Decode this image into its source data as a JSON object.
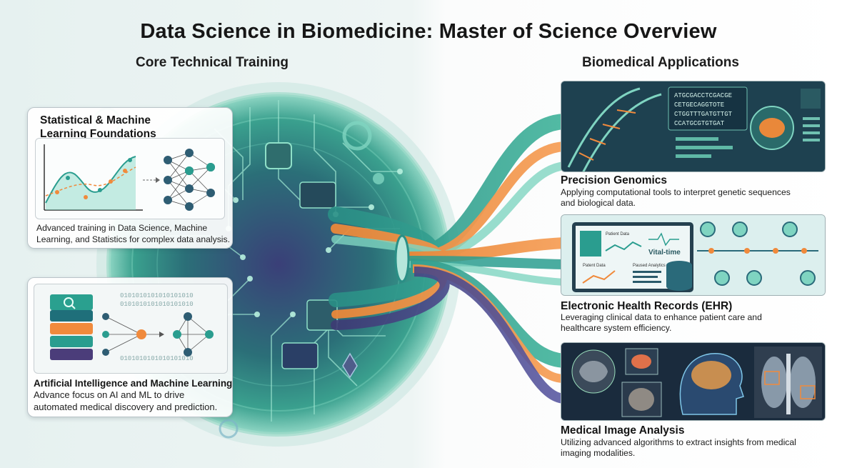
{
  "title": "Data Science in Biomedicine: Master of Science Overview",
  "left_section": {
    "heading": "Core Technical Training",
    "cards": [
      {
        "title": "Statistical & Machine Learning Foundations",
        "description": "Advanced training in Data Science, Machine Learning, and Statistics for complex data analysis."
      },
      {
        "title": "Artificial Intelligence and Machine Learning",
        "description": "Advance focus on AI and ML to drive automated medical discovery and prediction."
      }
    ],
    "binary_text": "0101010101010101010"
  },
  "right_section": {
    "heading": "Biomedical Applications",
    "applications": [
      {
        "title": "Precision Genomics",
        "description": "Applying computational tools to interpret genetic sequences and biological data.",
        "sequence_lines": [
          "ATGCGACCTCGACGE",
          "CETGECAGGTOTE",
          "CTGGTTTGATGTTGT",
          "CCATGCGTGTGAT"
        ]
      },
      {
        "title": "Electronic Health Records (EHR)",
        "description": "Leveraging clinical data to enhance patient care and healthcare system efficiency.",
        "screen_labels": [
          "Patient Data",
          "Vital-time",
          "Patent Data",
          "Paused Analytics"
        ]
      },
      {
        "title": "Medical Image Analysis",
        "description": "Utilizing advanced algorithms to extract insights from medical imaging modalities."
      }
    ]
  },
  "colors": {
    "teal": "#2a9d8f",
    "dark_teal": "#1f4e5a",
    "orange": "#f08a3c",
    "purple": "#4b3d7a",
    "mint": "#7fd4c1"
  }
}
